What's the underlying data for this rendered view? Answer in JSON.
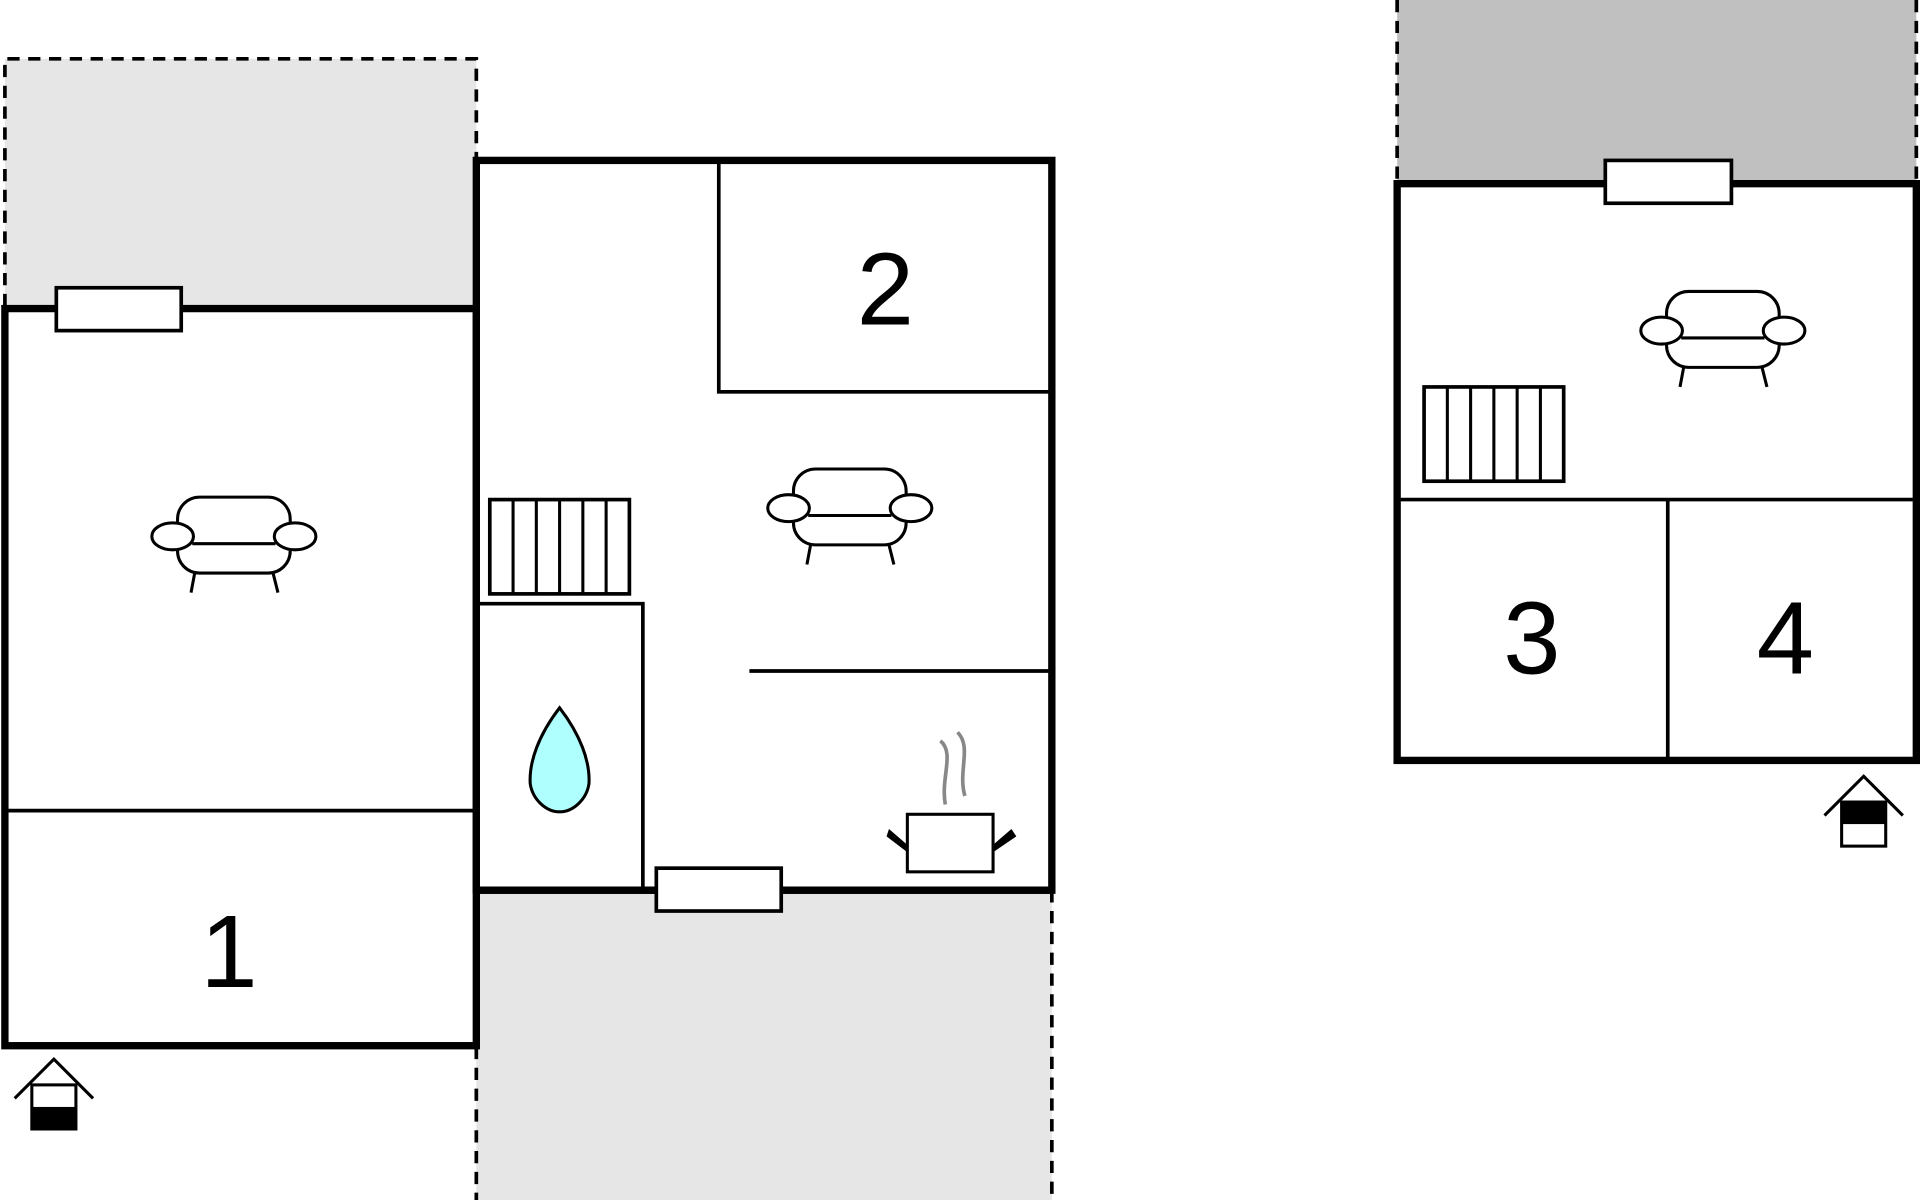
{
  "plan": {
    "rooms": [
      {
        "label": "1",
        "type": "bedroom"
      },
      {
        "label": "2",
        "type": "bedroom"
      },
      {
        "label": "3",
        "type": "bedroom"
      },
      {
        "label": "4",
        "type": "bedroom"
      }
    ],
    "icons": [
      "sofa-icon",
      "stairs-icon",
      "water-drop-icon",
      "cooking-pot-icon",
      "entrance-icon"
    ],
    "colors": {
      "wall": "#000000",
      "terrace_light": "#e6e6e6",
      "terrace_dark": "#c0c0c0",
      "water": "#b0ffff",
      "steam": "#888888"
    }
  }
}
